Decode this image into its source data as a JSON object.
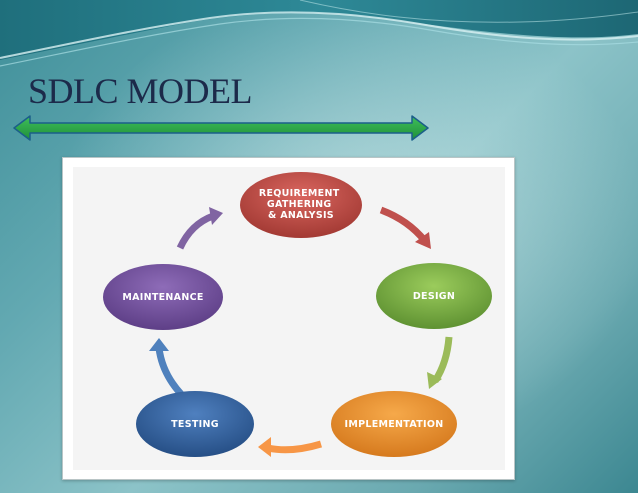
{
  "slide": {
    "title": "SDLC MODEL"
  },
  "diagram": {
    "nodes": [
      {
        "id": "requirement",
        "lines": [
          "REQUIREMENT",
          "GATHERING",
          "& ANALYSIS"
        ],
        "color": "#b3423c"
      },
      {
        "id": "design",
        "lines": [
          "DESIGN"
        ],
        "color": "#6fa33d"
      },
      {
        "id": "implementation",
        "lines": [
          "IMPLEMENTATION"
        ],
        "color": "#e0882d"
      },
      {
        "id": "testing",
        "lines": [
          "TESTING"
        ],
        "color": "#2f5f9a"
      },
      {
        "id": "maintenance",
        "lines": [
          "MAINTENANCE"
        ],
        "color": "#6e4d97"
      }
    ],
    "arrow_colors": [
      "#c0504d",
      "#9bbb59",
      "#f79646",
      "#4f81bd",
      "#8064a2"
    ]
  }
}
